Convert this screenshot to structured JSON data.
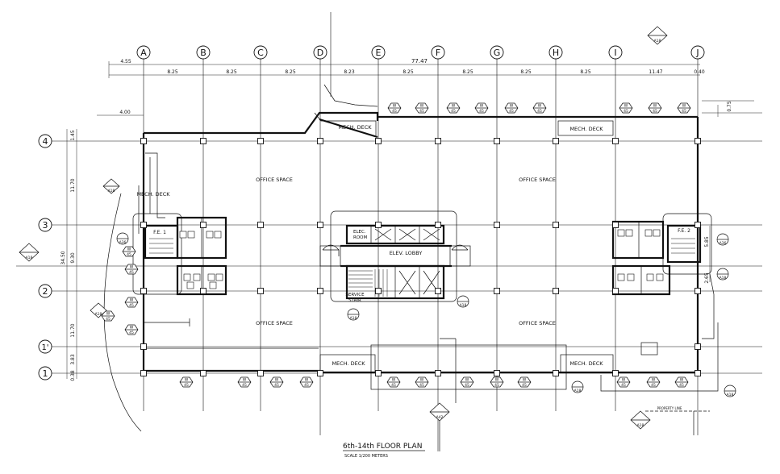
{
  "plan": {
    "title": "6th-14th FLOOR PLAN",
    "scale": "SCALE 1/200 METERS",
    "grid_columns": [
      "A",
      "B",
      "C",
      "D",
      "E",
      "F",
      "G",
      "H",
      "I",
      "J"
    ],
    "grid_rows": [
      "4",
      "3",
      "2",
      "1'",
      "1"
    ],
    "overall_dimension": "77.47",
    "column_spacings": [
      "8.25",
      "8.25",
      "8.25",
      "8.23",
      "8.25",
      "8.25",
      "8.25",
      "8.25",
      "11.47",
      "0.40"
    ],
    "left_offset": "4.55",
    "left_offset_2": "4.00",
    "vertical_dimensions": [
      "1.45",
      "11.70",
      "34.50",
      "9.30",
      "11.70",
      "3.83",
      "0.38"
    ],
    "right_dimensions": [
      "0.75",
      "5.85",
      "2.65"
    ],
    "rooms": {
      "office_nw": "OFFICE SPACE",
      "office_ne": "OFFICE SPACE",
      "office_sw": "OFFICE SPACE",
      "office_se": "OFFICE SPACE",
      "mech_deck_top_mid": "MECH. DECK",
      "mech_deck_top_right": "MECH. DECK",
      "mech_deck_left": "MECH. DECK",
      "mech_deck_bottom_mid": "MECH. DECK",
      "mech_deck_bottom_right": "MECH. DECK",
      "elev_lobby": "ELEV. LOBBY",
      "elec_room_1": "ELEC.",
      "elec_room_2": "ROOM",
      "service_stair_1": "SERVICE",
      "service_stair_2": "STAIR",
      "fe_1": "F.E. 1",
      "fe_2": "F.E. 2",
      "property_line": "PROPERTY LINE"
    },
    "window_tag_top": "W",
    "window_tag_num": "45",
    "ref_sheets": [
      "A18",
      "A36",
      "A42"
    ]
  }
}
